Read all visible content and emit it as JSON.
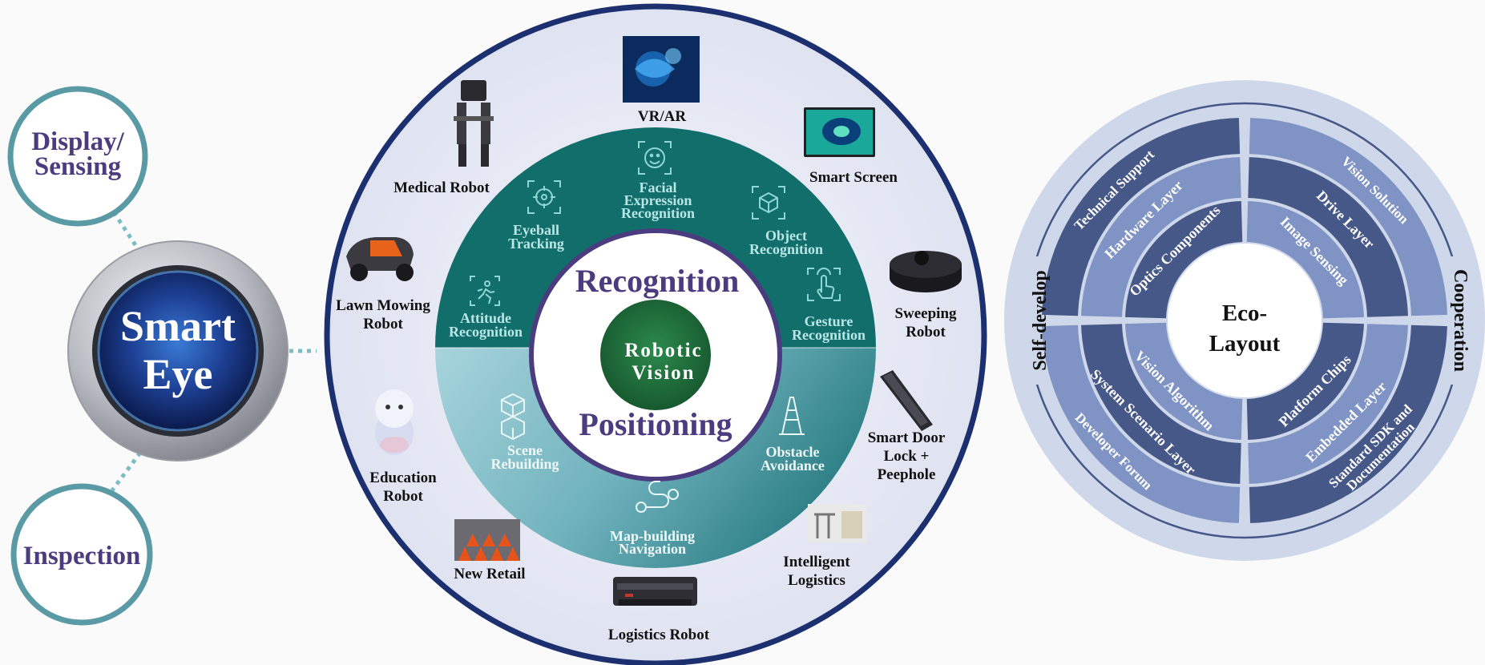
{
  "smart_eye": {
    "title_line1": "Smart",
    "title_line2": "Eye",
    "satellites": [
      {
        "line1": "Display/",
        "line2": "Sensing"
      },
      {
        "line1": "Inspection",
        "line2": ""
      }
    ]
  },
  "robotic_vision": {
    "center_line1": "Robotic",
    "center_line2": "Vision",
    "upper_title": "Recognition",
    "lower_title": "Positioning",
    "recognition_items": [
      {
        "lines": [
          "Attitude",
          "Recognition"
        ],
        "icon": "running-person-icon"
      },
      {
        "lines": [
          "Eyeball",
          "Tracking"
        ],
        "icon": "eye-target-icon"
      },
      {
        "lines": [
          "Facial",
          "Expression",
          "Recognition"
        ],
        "icon": "smiley-face-icon"
      },
      {
        "lines": [
          "Object",
          "Recognition"
        ],
        "icon": "cube-icon"
      },
      {
        "lines": [
          "Gesture",
          "Recognition"
        ],
        "icon": "hand-pointer-icon"
      }
    ],
    "positioning_items": [
      {
        "lines": [
          "Scene",
          "Rebuilding"
        ],
        "icon": "stacked-cubes-icon"
      },
      {
        "lines": [
          "Map-building",
          "Navigation"
        ],
        "icon": "route-icon"
      },
      {
        "lines": [
          "Obstacle",
          "Avoidance"
        ],
        "icon": "tower-icon"
      }
    ],
    "applications": [
      {
        "lines": [
          "VR/AR"
        ],
        "icon": "vr-ar-image"
      },
      {
        "lines": [
          "Smart Screen"
        ],
        "icon": "smart-screen-image"
      },
      {
        "lines": [
          "Sweeping",
          "Robot"
        ],
        "icon": "sweeping-robot-image"
      },
      {
        "lines": [
          "Smart Door",
          "Lock +",
          "Peephole"
        ],
        "icon": "door-lock-image"
      },
      {
        "lines": [
          "Intelligent",
          "Logistics"
        ],
        "icon": "logistics-image"
      },
      {
        "lines": [
          "Logistics Robot"
        ],
        "icon": "logistics-robot-image"
      },
      {
        "lines": [
          "New Retail"
        ],
        "icon": "new-retail-image"
      },
      {
        "lines": [
          "Education",
          "Robot"
        ],
        "icon": "education-robot-image"
      },
      {
        "lines": [
          "Lawn Mowing",
          "Robot"
        ],
        "icon": "lawn-mower-image"
      },
      {
        "lines": [
          "Medical Robot"
        ],
        "icon": "medical-robot-image"
      }
    ]
  },
  "eco_layout": {
    "center_line1": "Eco-",
    "center_line2": "Layout",
    "left_label": "Self-develop",
    "right_label": "Cooperation",
    "outer_ring": [
      {
        "lines": [
          "Technical Support"
        ]
      },
      {
        "lines": [
          "Vision Solution"
        ]
      },
      {
        "lines": [
          "Standard SDK and",
          "Documentation"
        ]
      },
      {
        "lines": [
          "Developer Forum"
        ]
      }
    ],
    "middle_ring": [
      {
        "lines": [
          "Hardware Layer"
        ]
      },
      {
        "lines": [
          "Drive Layer"
        ]
      },
      {
        "lines": [
          "Embedded Layer"
        ]
      },
      {
        "lines": [
          "System Scenario Layer"
        ]
      }
    ],
    "inner_ring": [
      {
        "lines": [
          "Optics Components"
        ]
      },
      {
        "lines": [
          "Image Sensing"
        ]
      },
      {
        "lines": [
          "Platform Chips"
        ]
      },
      {
        "lines": [
          "Vision Algorithm"
        ]
      }
    ],
    "colors": {
      "dark": "#465888",
      "light": "#7f94c4",
      "halo": "#cfd8ea"
    }
  },
  "colors": {
    "navy": "#1c2f6e",
    "purple": "#4a3c7e",
    "teal_dark": "#126e6a",
    "teal_light": "#8cc4cc",
    "green": "#1f6b3a",
    "halo": "#e4e7f3"
  }
}
